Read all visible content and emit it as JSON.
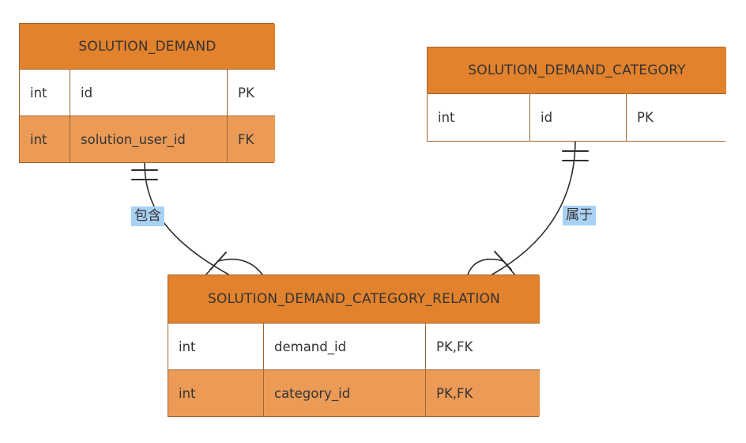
{
  "diagram": {
    "type": "entity-relationship",
    "background": "#ffffff",
    "colors": {
      "entity_header_fill": "#E3822C",
      "entity_row_alt_fill": "#EC9B57",
      "entity_row_fill": "#ffffff",
      "entity_border": "#9E6532",
      "text": "#333333",
      "relationship_line": "#2e2e2e",
      "relationship_label_bg": "#A9D1F4"
    },
    "entities": [
      {
        "name": "SOLUTION_DEMAND",
        "rows": [
          {
            "type": "int",
            "attribute": "id",
            "keys": "PK"
          },
          {
            "type": "int",
            "attribute": "solution_user_id",
            "keys": "FK"
          }
        ]
      },
      {
        "name": "SOLUTION_DEMAND_CATEGORY",
        "rows": [
          {
            "type": "int",
            "attribute": "id",
            "keys": "PK"
          }
        ]
      },
      {
        "name": "SOLUTION_DEMAND_CATEGORY_RELATION",
        "rows": [
          {
            "type": "int",
            "attribute": "demand_id",
            "keys": "PK,FK"
          },
          {
            "type": "int",
            "attribute": "category_id",
            "keys": "PK,FK"
          }
        ]
      }
    ],
    "relationships": [
      {
        "from": "SOLUTION_DEMAND",
        "to": "SOLUTION_DEMAND_CATEGORY_RELATION",
        "label": "包含",
        "from_cardinality": "exactly-one",
        "to_cardinality": "one-or-many"
      },
      {
        "from": "SOLUTION_DEMAND_CATEGORY",
        "to": "SOLUTION_DEMAND_CATEGORY_RELATION",
        "label": "属于",
        "from_cardinality": "exactly-one",
        "to_cardinality": "one-or-many"
      }
    ]
  }
}
